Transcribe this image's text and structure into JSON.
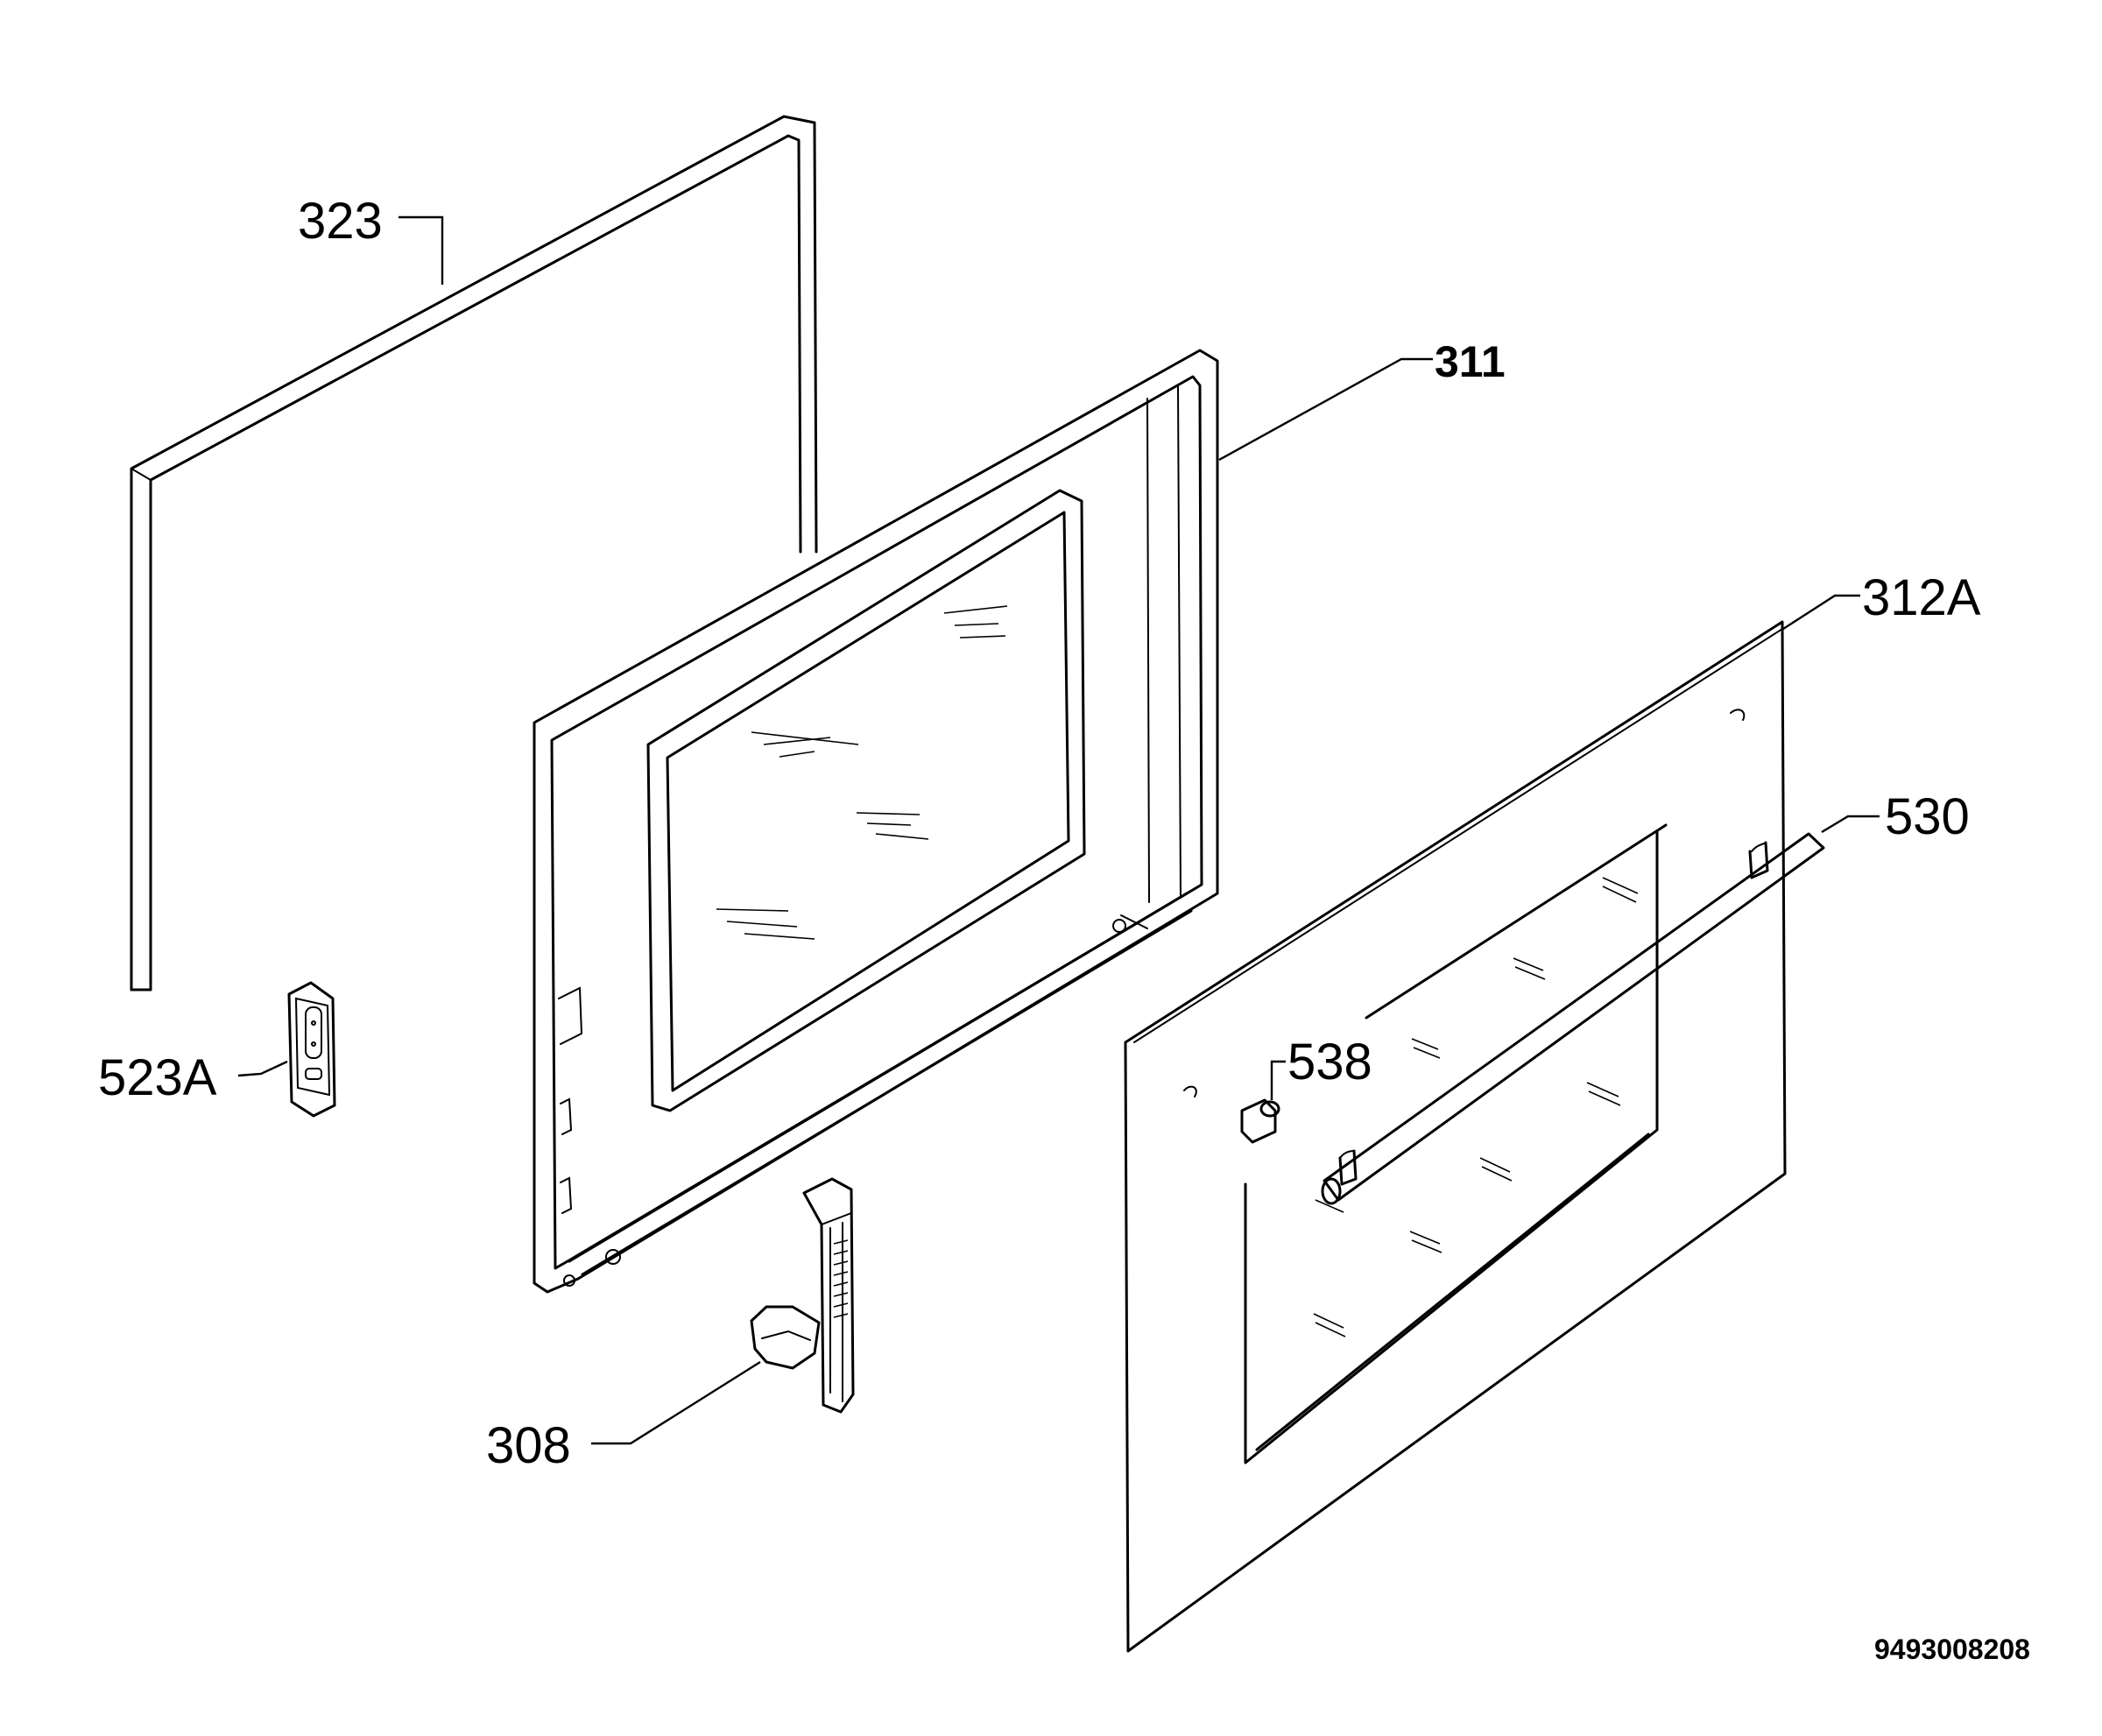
{
  "callouts": {
    "p323": "323",
    "p311": "311",
    "p312a": "312A",
    "p530": "530",
    "p538": "538",
    "p523a": "523A",
    "p308": "308"
  },
  "document_id": "9493008208"
}
